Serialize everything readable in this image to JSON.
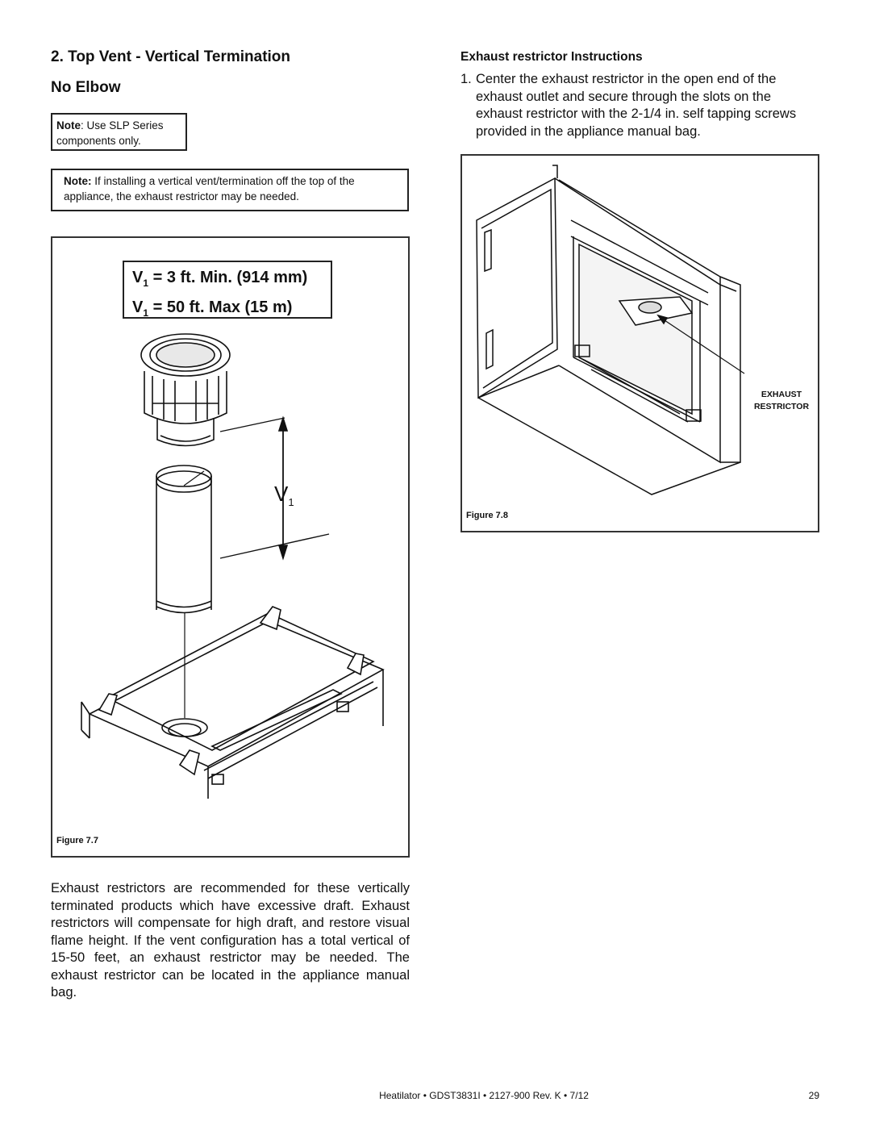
{
  "section": {
    "heading": "2.  Top Vent - Vertical Termination",
    "subheading": "No Elbow"
  },
  "notes": {
    "slp_label": "Note",
    "slp_text": ": Use SLP Series components only.",
    "restrictor_label": "Note:",
    "restrictor_text": " If installing a vertical vent/termination off the top of the appliance, the exhaust restrictor may be needed."
  },
  "spec": {
    "line1_var": "V",
    "line1_sub": "1",
    "line1_text": " = 3 ft. Min. (914 mm)",
    "line2_var": "V",
    "line2_sub": "1",
    "line2_text": " = 50 ft. Max (15 m)"
  },
  "figure7": {
    "dimension_var": "V",
    "dimension_sub": "1",
    "caption": "Figure 7.7"
  },
  "body_paragraph": "Exhaust restrictors are recommended for these vertically terminated products which have excessive draft. Exhaust restrictors will compensate for high draft, and restore visual flame height. If the vent configuration has a total vertical of 15-50 feet, an exhaust restrictor may be needed. The exhaust restrictor can be located in the appliance manual bag.",
  "instructions": {
    "title": "Exhaust restrictor Instructions",
    "step_number": "1.",
    "step_text": "Center the exhaust restrictor in the open end of the exhaust outlet and secure through the slots on the exhaust restrictor with the 2-1/4 in. self tapping screws provided in the appliance manual bag."
  },
  "figure8": {
    "callout_line1": "EXHAUST",
    "callout_line2": "RESTRICTOR",
    "caption": "Figure 7.8"
  },
  "footer": {
    "text": "Heatilator  •  GDST3831I  •  2127-900 Rev. K  •  7/12",
    "page_number": "29"
  }
}
